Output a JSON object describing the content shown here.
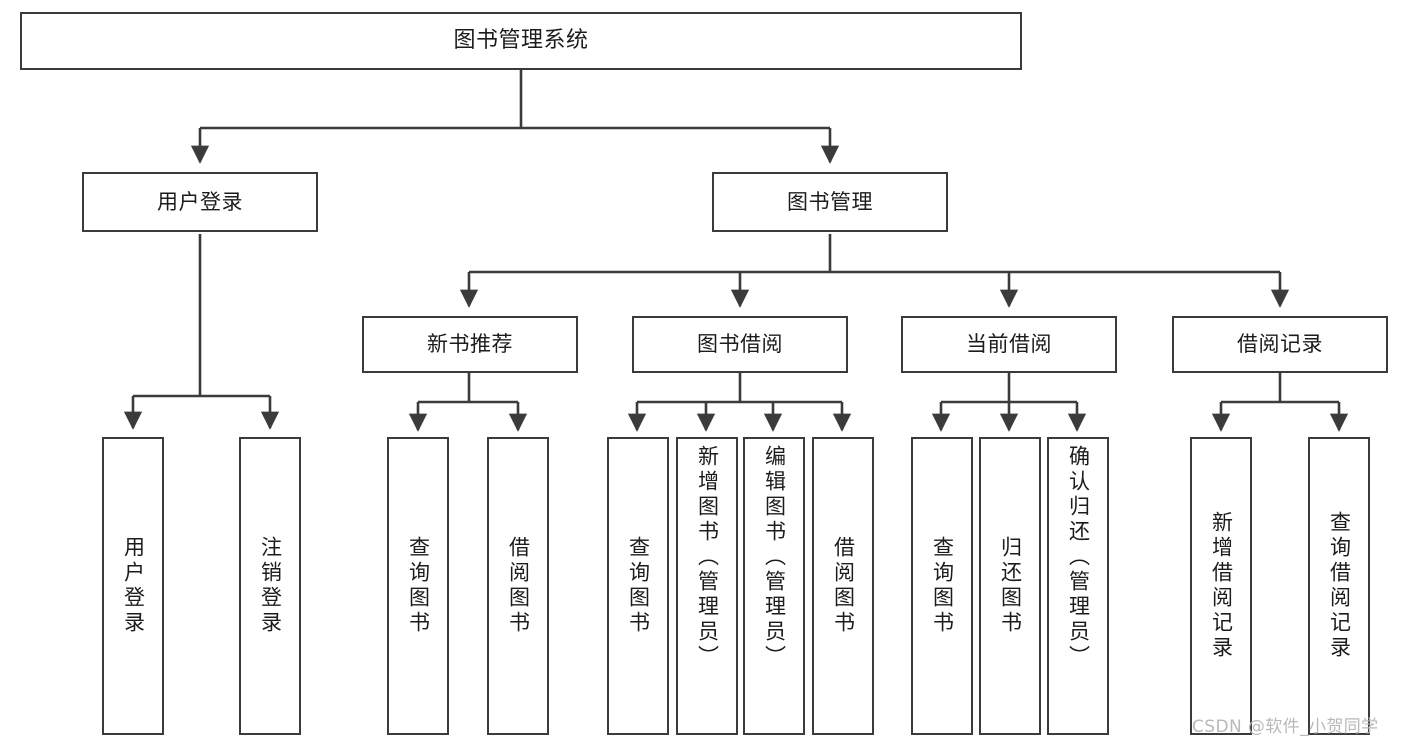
{
  "diagram": {
    "title": "图书管理系统",
    "type": "tree",
    "watermark": "CSDN @软件_小贺同学",
    "colors": {
      "stroke": "#3b3b3b",
      "fill": "#ffffff",
      "text": "#1c1c1c",
      "watermark": "#b9b9b9"
    },
    "root": {
      "label": "图书管理系统"
    },
    "level2": [
      {
        "label": "用户登录"
      },
      {
        "label": "图书管理"
      }
    ],
    "level3": [
      {
        "label": "新书推荐"
      },
      {
        "label": "图书借阅"
      },
      {
        "label": "当前借阅"
      },
      {
        "label": "借阅记录"
      }
    ],
    "leaves": {
      "user_login": [
        {
          "label": "用户登录"
        },
        {
          "label": "注销登录"
        }
      ],
      "new_book_recommend": [
        {
          "label": "查询图书"
        },
        {
          "label": "借阅图书"
        }
      ],
      "book_borrow": [
        {
          "label": "查询图书"
        },
        {
          "label": "新增图书（管理员）"
        },
        {
          "label": "编辑图书（管理员）"
        },
        {
          "label": "借阅图书"
        }
      ],
      "current_borrow": [
        {
          "label": "查询图书"
        },
        {
          "label": "归还图书"
        },
        {
          "label": "确认归还（管理员）"
        }
      ],
      "borrow_record": [
        {
          "label": "新增借阅记录"
        },
        {
          "label": "查询借阅记录"
        }
      ]
    }
  }
}
